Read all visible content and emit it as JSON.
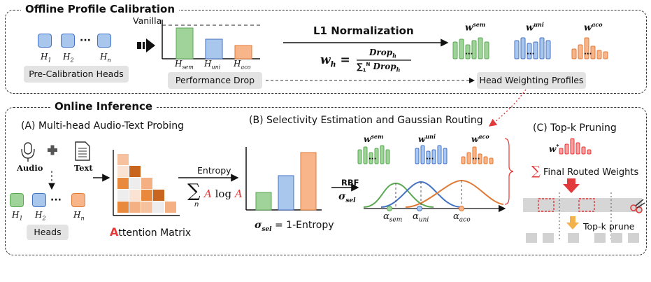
{
  "offline": {
    "title": "Offline Profile Calibration",
    "heads_label": "Pre-Calibration Heads",
    "head_names": [
      "H",
      "H",
      "H"
    ],
    "head_subs": [
      "1",
      "2",
      "n"
    ],
    "dots": "···",
    "vanilla": "Vanilla",
    "drop_label": "Performance Drop",
    "bar_names": [
      "H",
      "H",
      "H"
    ],
    "bar_subs": [
      "sem",
      "uni",
      "aco"
    ],
    "l1_title": "L1 Normalization",
    "formula_lhs": "w",
    "formula_lhs_sub": "h",
    "formula_num": "Drop",
    "formula_num_sub": "h",
    "formula_den": "Drop",
    "formula_den_sub": "h",
    "formula_sum": "∑",
    "formula_sum_sup": "N",
    "formula_sum_sub": "1",
    "profile_label": "Head Weighting Profiles",
    "profile_w": [
      "w",
      "w",
      "w"
    ],
    "profile_sups": [
      "sem",
      "uni",
      "aco"
    ]
  },
  "online": {
    "title": "Online Inference",
    "a_title": "(A) Multi-head Audio-Text Probing",
    "audio_label": "Audio",
    "text_label": "Text",
    "heads_label": "Heads",
    "attn_label_first": "A",
    "attn_label_rest": "ttention Matrix",
    "entropy_label": "Entropy",
    "entropy_formula_a": "A",
    "entropy_formula_log": "log",
    "entropy_formula_sum": "∑",
    "entropy_formula_n": "n",
    "sigma_eq": "= 1-Entropy",
    "sigma": "σ",
    "sigma_sub": "sel",
    "b_title": "(B) Selectivity Estimation and Gaussian Routing",
    "rbf_label": "RBF",
    "alpha": "α",
    "alpha_subs": [
      "sem",
      "uni",
      "aco"
    ],
    "c_title": "(C) Top-k Pruning",
    "final_weights": "Final Routed Weights",
    "topk_label": "Top-k prune",
    "w_star": "w",
    "w_star_sup": "*"
  },
  "colors": {
    "green": "#9fd39a",
    "green_edge": "#5aa852",
    "blue": "#a9c6ec",
    "blue_edge": "#4472c4",
    "orange": "#f8b58a",
    "orange_edge": "#e07a37",
    "red": "#e23a3a"
  }
}
